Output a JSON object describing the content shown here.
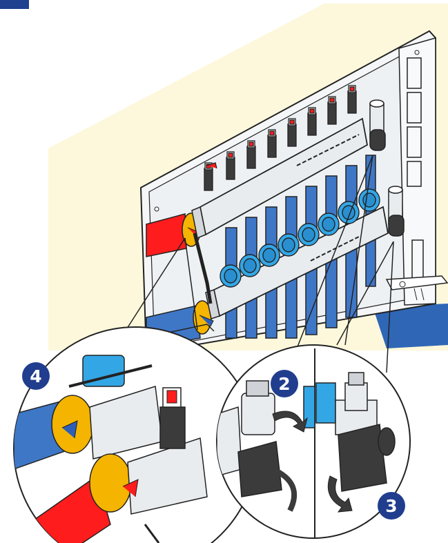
{
  "corner_tab": {
    "color": "#1f3f8f"
  },
  "colors": {
    "wall": "#fdf8dc",
    "cabinet": "#f4f6f8",
    "cabinet_stroke": "#222222",
    "manifold": "#e9ecef",
    "pipe_blue": "#3f77c7",
    "pipe_red": "#ff1c1c",
    "brass": "#f4b400",
    "cap_cyan": "#33a6e6",
    "badge": "#213d8e",
    "valve_dark": "#3b3b3b"
  },
  "steps": [
    {
      "id": "step-2",
      "number": "2"
    },
    {
      "id": "step-3",
      "number": "3"
    },
    {
      "id": "step-4",
      "number": "4"
    }
  ],
  "icons": {
    "rotate_clockwise": "curved-arrow-icon",
    "rotate_down": "curved-arrow-icon"
  }
}
